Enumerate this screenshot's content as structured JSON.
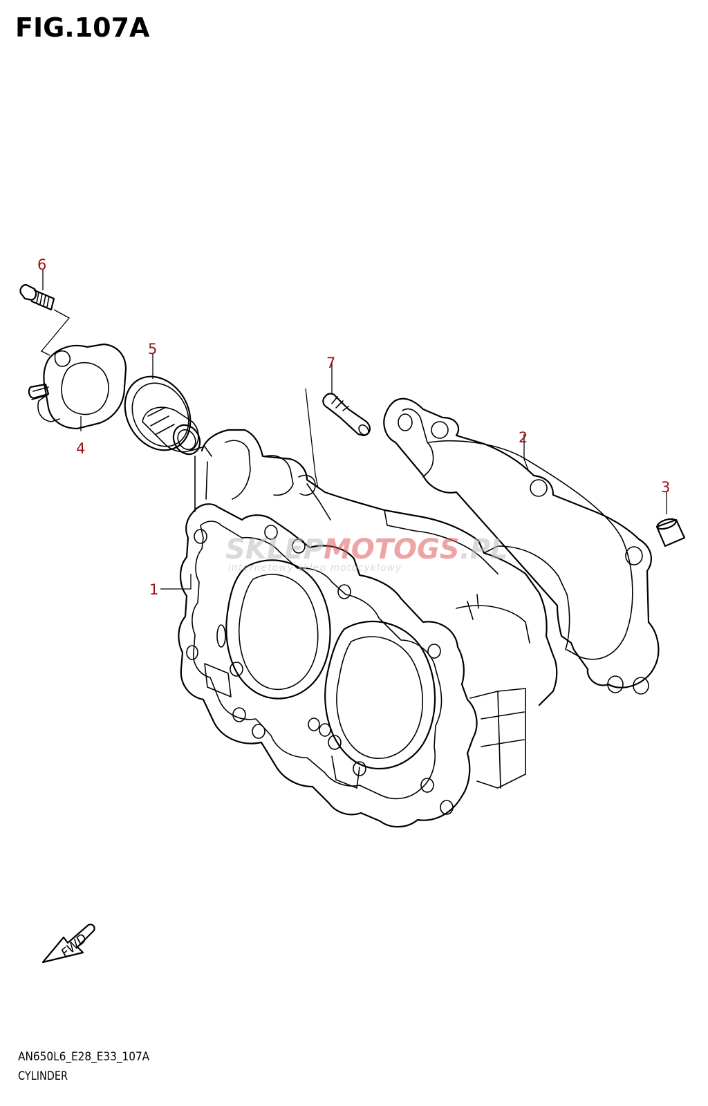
{
  "figure": {
    "title": "FIG.107A",
    "model_code": "AN650L6_E28_E33_107A",
    "section_name": "CYLINDER"
  },
  "callouts": [
    "1",
    "2",
    "3",
    "4",
    "5",
    "6",
    "7"
  ],
  "parts": [
    {
      "ref": "1",
      "part": "cylinder"
    },
    {
      "ref": "2",
      "part": "gasket"
    },
    {
      "ref": "3",
      "part": "dowel-pin"
    },
    {
      "ref": "4",
      "part": "thermostat-cover"
    },
    {
      "ref": "5",
      "part": "thermostat"
    },
    {
      "ref": "6",
      "part": "bolt"
    },
    {
      "ref": "7",
      "part": "fitting"
    }
  ],
  "fwd_indicator": "FWD",
  "watermark": {
    "brand_part1": "SKLEP",
    "brand_part2": "MOTO",
    "brand_part3": "GS",
    "brand_suffix": ".PL",
    "tagline": "internetowy sklep motocyklowy"
  },
  "colors": {
    "callout": "#a01010",
    "line": "#000000",
    "watermark_grey": "#bdbdbd",
    "watermark_red": "#e05a5a"
  }
}
